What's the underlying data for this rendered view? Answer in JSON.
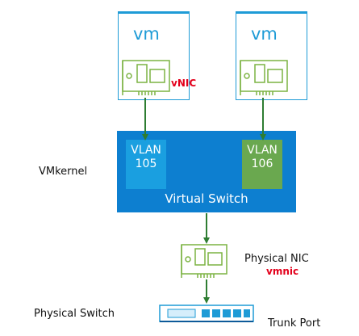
{
  "vms": [
    {
      "label": "vm"
    },
    {
      "label": "vm"
    }
  ],
  "vnic_label": "vNIC",
  "vmkernel_label": "VMkernel",
  "virtual_switch": {
    "label": "Virtual Switch",
    "vlans": [
      {
        "line1": "VLAN",
        "line2": "105",
        "color": "#1a9fe0"
      },
      {
        "line1": "VLAN",
        "line2": "106",
        "color": "#6aa84f"
      }
    ]
  },
  "physical_nic": {
    "label": "Physical NIC",
    "sublabel": "vmnic"
  },
  "physical_switch_label": "Physical Switch",
  "trunk_port_label": "Trunk Port",
  "colors": {
    "vm_border": "#1e9bd6",
    "switch_blue": "#0d7fd0",
    "nic_green": "#7cb342",
    "arrow": "#2e7d32",
    "accent_red": "#e3001b"
  }
}
